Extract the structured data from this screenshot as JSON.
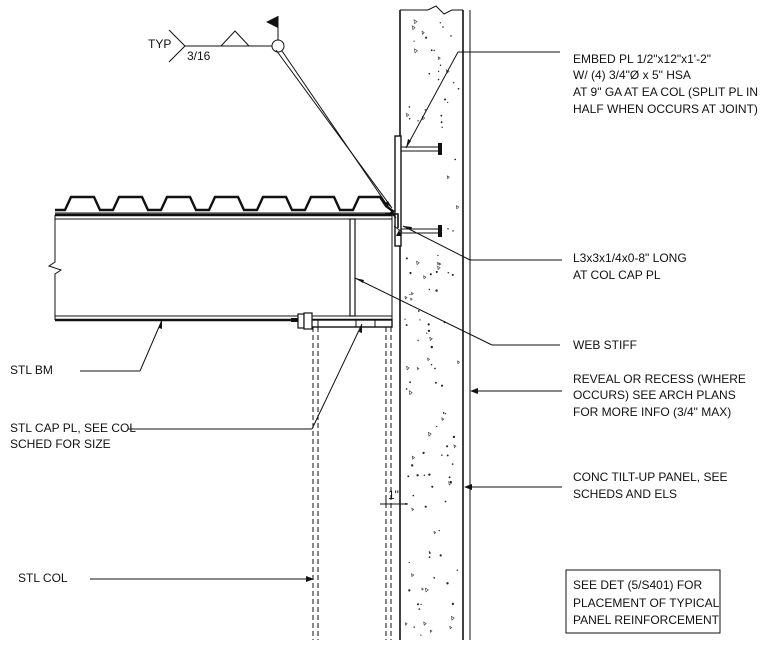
{
  "weld_symbol": {
    "typ": "TYP",
    "size": "3/16"
  },
  "labels": {
    "embed_pl": [
      "EMBED PL 1/2\"x12\"x1'-2\"",
      "W/ (4) 3/4\"Ø x 5\" HSA",
      "AT 9\" GA AT EA COL (SPLIT PL IN",
      "HALF WHEN OCCURS AT JOINT)"
    ],
    "angle": [
      "L3x3x1/4x0-8\" LONG",
      "AT COL CAP PL"
    ],
    "web_stiff": [
      "WEB STIFF"
    ],
    "reveal": [
      "REVEAL OR RECESS (WHERE",
      "OCCURS) SEE ARCH PLANS",
      "FOR MORE INFO (3/4\" MAX)"
    ],
    "panel": [
      "CONC TILT-UP PANEL, SEE",
      "SCHEDS AND ELS"
    ],
    "stl_bm": [
      "STL BM"
    ],
    "cap_pl": [
      "STL CAP PL, SEE COL",
      "SCHED FOR SIZE"
    ],
    "stl_col": [
      "STL COL"
    ],
    "gap_dim": "1\""
  },
  "note_box": [
    "SEE DET (5/S401) FOR",
    "PLACEMENT OF TYPICAL",
    "PANEL REINFORCEMENT"
  ]
}
